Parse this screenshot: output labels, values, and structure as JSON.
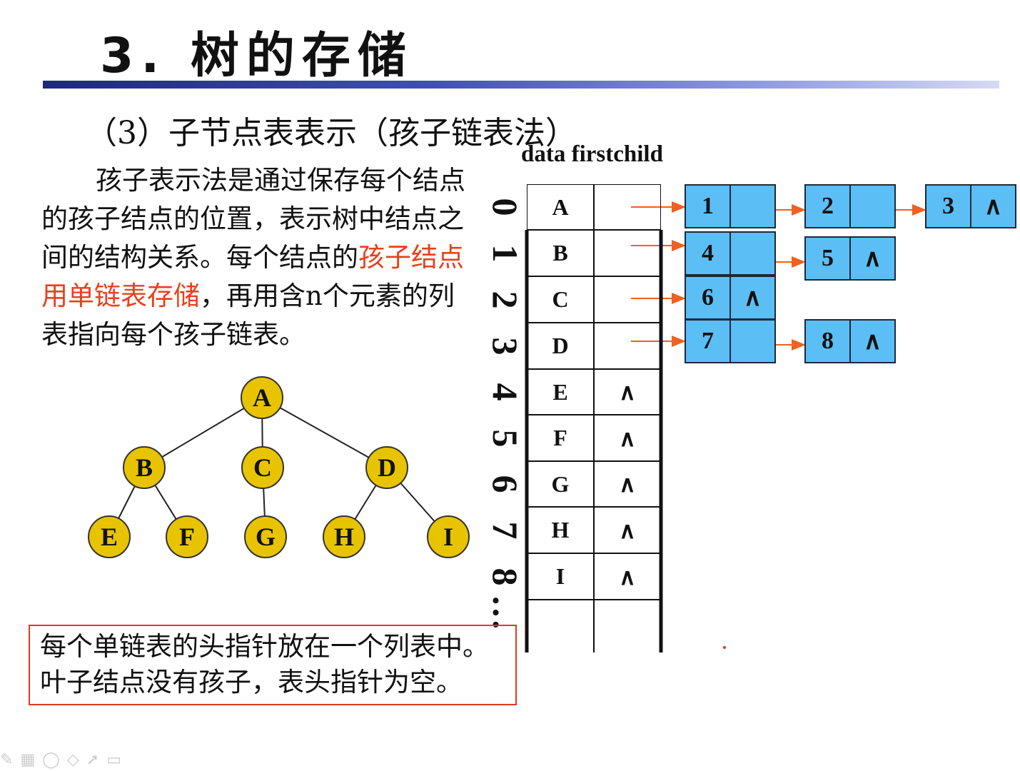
{
  "title": "3. 树的存储",
  "subtitle": "（3）子节点表表示（孩子链表法）",
  "table_header": "data  firstchild",
  "paragraph": {
    "before": "孩子表示法是通过保存每个结点的孩子结点的位置，表示树中结点之间的结构关系。每个结点的",
    "highlight": "孩子结点用单链表存储",
    "after": "，再用含n个元素的列表指向每个孩子链表。"
  },
  "tree": {
    "nodes": [
      "A",
      "B",
      "C",
      "D",
      "E",
      "F",
      "G",
      "H",
      "I"
    ],
    "edges": [
      [
        "A",
        "B"
      ],
      [
        "A",
        "C"
      ],
      [
        "A",
        "D"
      ],
      [
        "B",
        "E"
      ],
      [
        "B",
        "F"
      ],
      [
        "C",
        "G"
      ],
      [
        "D",
        "H"
      ],
      [
        "D",
        "I"
      ]
    ]
  },
  "indices": [
    "0",
    "1",
    "2",
    "3",
    "4",
    "5",
    "6",
    "7",
    "8",
    "…"
  ],
  "rows": [
    {
      "data": "A",
      "firstchild": ""
    },
    {
      "data": "B",
      "firstchild": ""
    },
    {
      "data": "C",
      "firstchild": ""
    },
    {
      "data": "D",
      "firstchild": ""
    },
    {
      "data": "E",
      "firstchild": "∧"
    },
    {
      "data": "F",
      "firstchild": "∧"
    },
    {
      "data": "G",
      "firstchild": "∧"
    },
    {
      "data": "H",
      "firstchild": "∧"
    },
    {
      "data": "I",
      "firstchild": "∧"
    },
    {
      "data": "",
      "firstchild": ""
    }
  ],
  "lists": [
    [
      {
        "v": "1",
        "n": ""
      },
      {
        "v": "2",
        "n": ""
      },
      {
        "v": "3",
        "n": "∧"
      }
    ],
    [
      {
        "v": "4",
        "n": ""
      },
      {
        "v": "5",
        "n": "∧"
      }
    ],
    [
      {
        "v": "6",
        "n": "∧"
      }
    ],
    [
      {
        "v": "7",
        "n": ""
      },
      {
        "v": "8",
        "n": "∧"
      }
    ]
  ],
  "note": [
    "每个单链表的头指针放在一个列表中。",
    "叶子结点没有孩子，表头指针为空。"
  ],
  "colors": {
    "accent": "#e8401c",
    "node_fill": "#e8c400",
    "list_fill": "#5bbff6"
  },
  "toolbar_icons": [
    "pen-icon",
    "keyboard-icon",
    "eraser-icon",
    "highlighter-icon",
    "pointer-icon",
    "camera-icon"
  ]
}
